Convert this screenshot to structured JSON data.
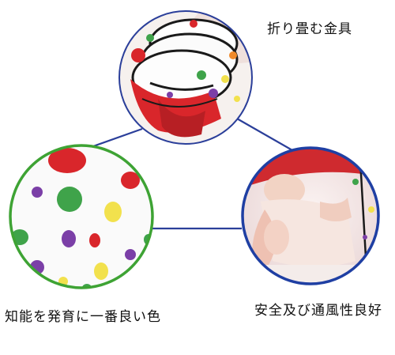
{
  "captions": {
    "top": "折り畳む金具",
    "left": "知能を発育に一番良い色",
    "right": "安全及び通風性良好"
  },
  "colors": {
    "connector_line": "#2b3f9a",
    "green_ring": "#3ea334",
    "blue_ring": "#1f3fa3",
    "top_ring": "#1a1a1a",
    "dot_colors": [
      "#d9262b",
      "#3fa34a",
      "#f2e14d",
      "#7b3fa7",
      "#f08a2a"
    ]
  }
}
